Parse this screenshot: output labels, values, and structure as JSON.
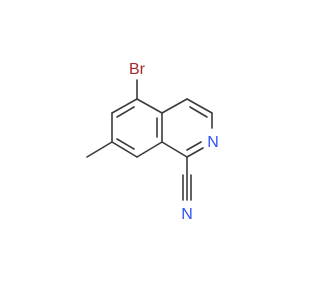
{
  "molecule": {
    "atoms": {
      "br": {
        "label": "Br",
        "color": "#a62929"
      },
      "n_ring": {
        "label": "N",
        "color": "#3050f8"
      },
      "n_nitrile": {
        "label": "N",
        "color": "#3050f8"
      }
    },
    "bond_color": "#3a3a3a",
    "carbon_color": "#3a3a3a"
  }
}
